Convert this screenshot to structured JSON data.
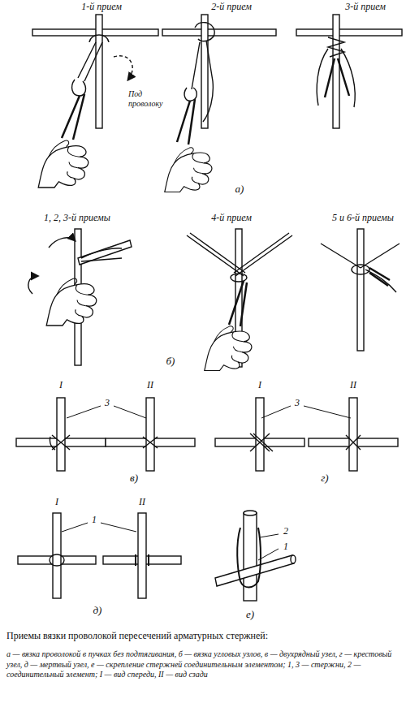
{
  "diagram": {
    "caption": "Приемы вязки проволокой пересечений арматурных стержней:",
    "labels": [
      "1-й прием",
      "2-й прием",
      "3-й прием",
      "Под проволоку",
      "а)",
      "1, 2, 3-й приемы",
      "4-й прием",
      "5 и 6-й приемы",
      "б)",
      "I",
      "II",
      "3",
      "I",
      "II",
      "3",
      "в)",
      "г)",
      "I",
      "II",
      "1",
      "д)",
      "2",
      "1",
      "е)",
      "а — вязка проволокой в пучках без подтягивания, б — вязка угловых узлов, в — двухрядный узел, г — крестовый узел, д — мертвый узел, е — скрепление стержней соединительным элементом; 1, 3 — стержни, 2 — соединительный элемент; I — вид спереди, II — вид сзади"
    ]
  }
}
